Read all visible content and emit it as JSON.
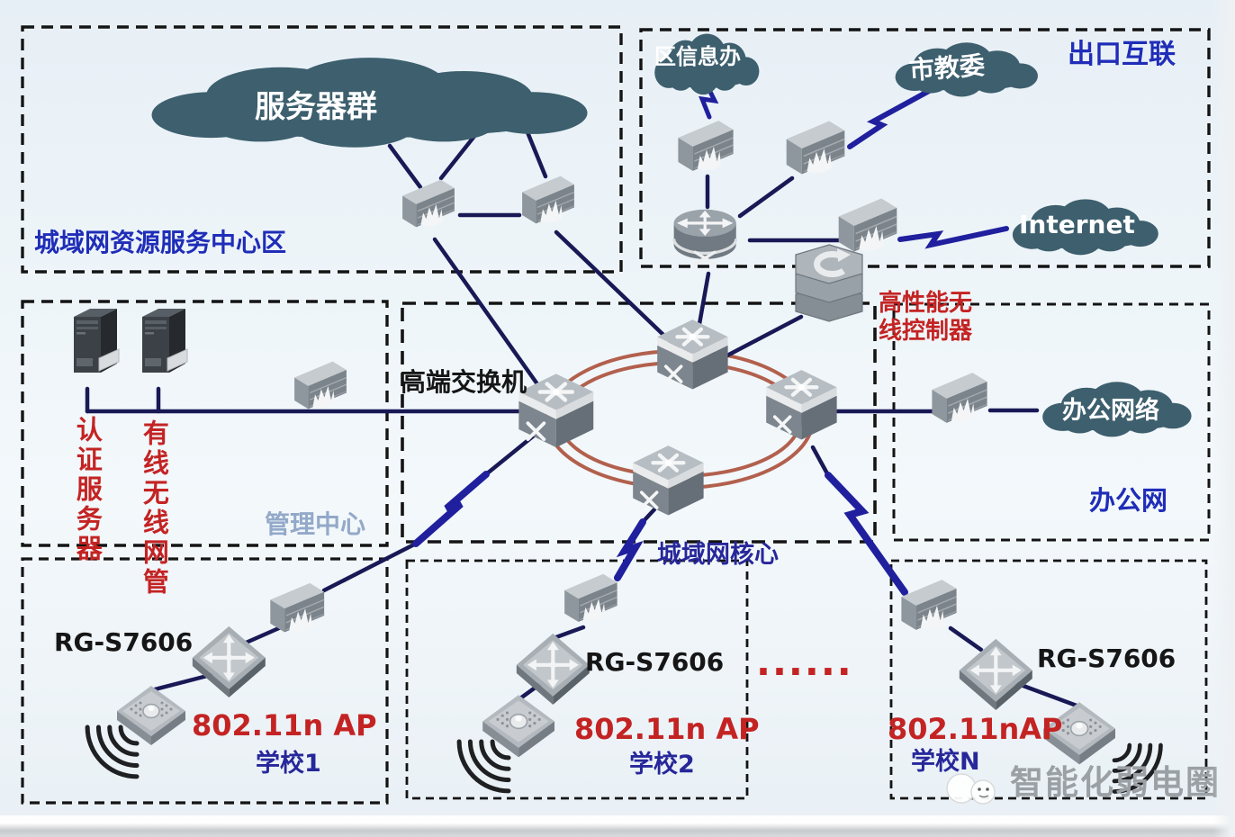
{
  "colors": {
    "label_blue": "#1f2db8",
    "label_navy": "#27279a",
    "label_red": "#c42323",
    "mgmt_label_blue": "#93a9c9",
    "cloud_fill": "#3d5f6e",
    "ring_red": "#b2604d",
    "line_navy": "#191956",
    "bolt_blue": "#20209e",
    "watermark_gray": "#9ba0a5"
  },
  "regions": {
    "resource_center": {
      "label": "城域网资源服务中心区",
      "cloud_label": "服务器群"
    },
    "exit": {
      "label": "出口互联",
      "district_cloud": "区信息办",
      "edu_cloud": "市教委",
      "internet_cloud": "Internet"
    },
    "core": {
      "switch_label": "高端交换机",
      "label": "城域网核心",
      "controller_label": "高性能无\n线控制器"
    },
    "management": {
      "label": "管理中心",
      "auth_server_label": "认证服务器",
      "nms_label": "有线无线网管"
    },
    "office": {
      "cloud_label": "办公网络",
      "label": "办公网"
    },
    "schools": [
      {
        "switch_model": "RG-S7606",
        "ap_label": "802.11n AP",
        "name": "学校1"
      },
      {
        "switch_model": "RG-S7606",
        "ap_label": "802.11n AP",
        "name": "学校2"
      },
      {
        "switch_model": "RG-S7606",
        "ap_label": "802.11nAP",
        "name": "学校N"
      }
    ],
    "ellipsis": "......",
    "watermark": "智能化弱电圈"
  }
}
